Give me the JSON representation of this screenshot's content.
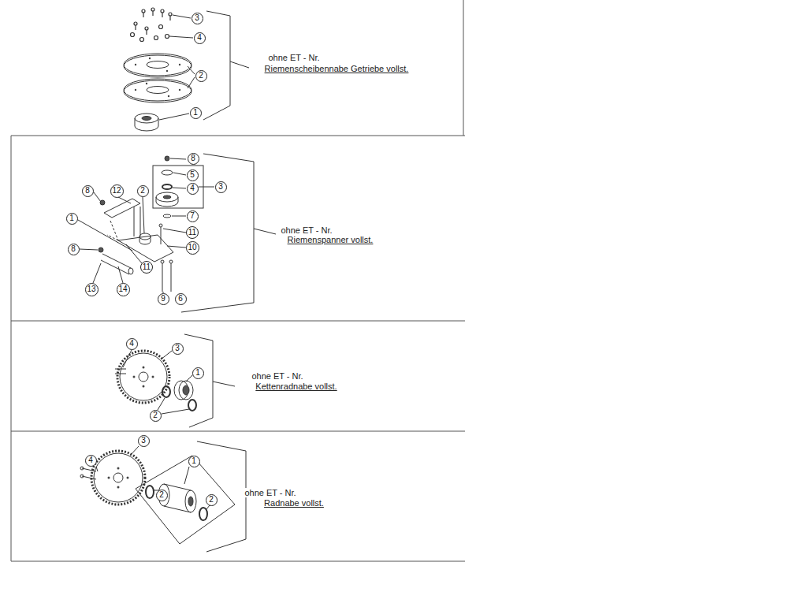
{
  "diagram": {
    "nodes": [
      {
        "text": [
          "3"
        ]
      },
      {
        "text": [
          "4"
        ]
      },
      {
        "text": [
          "2"
        ]
      },
      {
        "text": [
          "1"
        ]
      },
      {
        "text": [
          "8"
        ]
      },
      {
        "text": [
          "5"
        ]
      },
      {
        "text": [
          "4"
        ]
      },
      {
        "text": [
          "3"
        ]
      },
      {
        "text": [
          "8"
        ]
      },
      {
        "text": [
          "12"
        ]
      },
      {
        "text": [
          "2"
        ]
      },
      {
        "text": [
          "7"
        ]
      },
      {
        "text": [
          "1"
        ]
      },
      {
        "text": [
          "11"
        ]
      },
      {
        "text": [
          "10"
        ]
      },
      {
        "text": [
          "8"
        ]
      },
      {
        "text": [
          "11"
        ]
      },
      {
        "text": [
          "13"
        ]
      },
      {
        "text": [
          "14"
        ]
      },
      {
        "text": [
          "9"
        ]
      },
      {
        "text": [
          "6"
        ]
      },
      {
        "text": [
          "4"
        ]
      },
      {
        "text": [
          "3"
        ]
      },
      {
        "text": [
          "1"
        ]
      },
      {
        "text": [
          "2"
        ]
      },
      {
        "text": [
          "4"
        ]
      },
      {
        "text": [
          "3"
        ]
      },
      {
        "text": [
          "1"
        ]
      },
      {
        "text": [
          "2"
        ]
      },
      {
        "text": [
          "2"
        ]
      }
    ],
    "labels": [
      "ohne ET - Nr.",
      "Riemenscheibennabe Getriebe vollst.",
      "ohne ET - Nr.",
      "Riemenspanner vollst.",
      "ohne ET - Nr.",
      "Kettenradnabe vollst.",
      "ohne ET - Nr.",
      "Radnabe vollst."
    ]
  }
}
